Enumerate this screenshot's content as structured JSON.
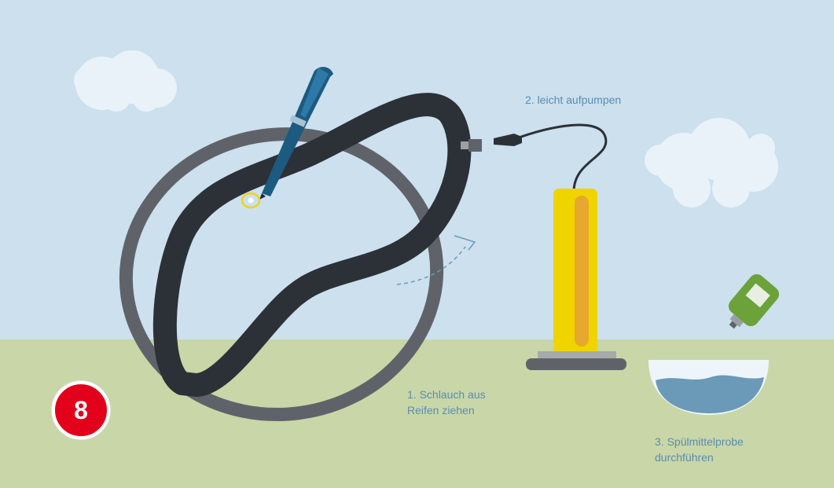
{
  "step_badge": {
    "number": "8",
    "color": "#e2001a"
  },
  "labels": {
    "pump": "2. leicht aufpumpen",
    "remove_line1": "1. Schlauch aus",
    "remove_line2": "Reifen ziehen",
    "soap_line1": "3. Spülmittelprobe",
    "soap_line2": "durchführen"
  },
  "colors": {
    "sky": "#cce0ee",
    "ground": "#c9d6a7",
    "tire": "#5f6369",
    "tube": "#2c3137",
    "pump_body": "#f0d400",
    "pump_stripe": "#e6a82e",
    "pen": "#1d5a80",
    "bottle": "#6ba23a",
    "water": "#6a9ab8",
    "label_text": "#5a8db0",
    "leak_marker": "#f2d11a"
  },
  "icons": [
    "cloud-icon",
    "pen-icon",
    "leak-marker-icon",
    "hand-pump-icon",
    "detergent-bottle-icon",
    "water-bowl-icon",
    "arrow-icon"
  ]
}
